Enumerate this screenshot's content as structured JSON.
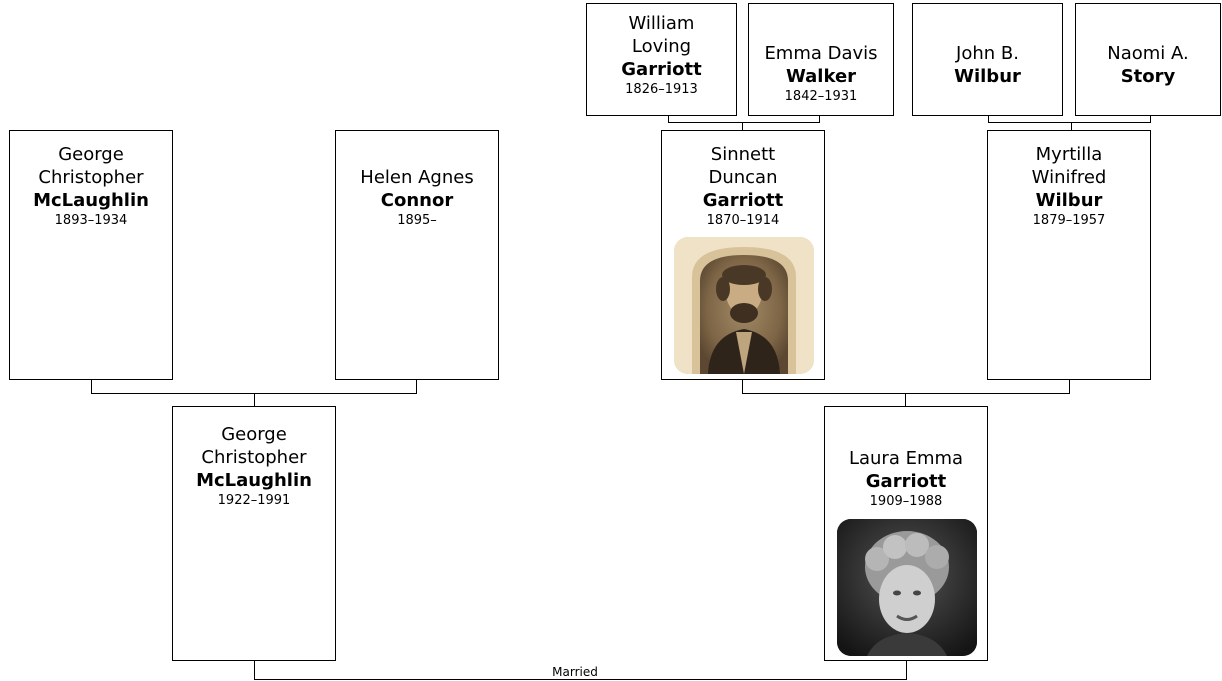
{
  "tree": {
    "people": [
      {
        "id": "wlg",
        "given": "William Loving",
        "surname": "Garriott",
        "dates": "1826–1913"
      },
      {
        "id": "edw",
        "given": "Emma Davis",
        "surname": "Walker",
        "dates": "1842–1931"
      },
      {
        "id": "jbw",
        "given": "John B.",
        "surname": "Wilbur",
        "dates": ""
      },
      {
        "id": "nas",
        "given": "Naomi A.",
        "surname": "Story",
        "dates": ""
      },
      {
        "id": "gcm1",
        "given": "George Christopher",
        "surname": "McLaughlin",
        "dates": "1893–1934"
      },
      {
        "id": "hac",
        "given": "Helen Agnes",
        "surname": "Connor",
        "dates": "1895–"
      },
      {
        "id": "sdg",
        "given": "Sinnett Duncan",
        "surname": "Garriott",
        "dates": "1870–1914",
        "photo": "portrait-man-sepia"
      },
      {
        "id": "mww",
        "given": "Myrtilla Winifred",
        "surname": "Wilbur",
        "dates": "1879–1957"
      },
      {
        "id": "gcm2",
        "given": "George Christopher",
        "surname": "McLaughlin",
        "dates": "1922–1991"
      },
      {
        "id": "leg",
        "given": "Laura Emma",
        "surname": "Garriott",
        "dates": "1909–1988",
        "photo": "portrait-woman-bw"
      }
    ],
    "married_label": "Married"
  }
}
